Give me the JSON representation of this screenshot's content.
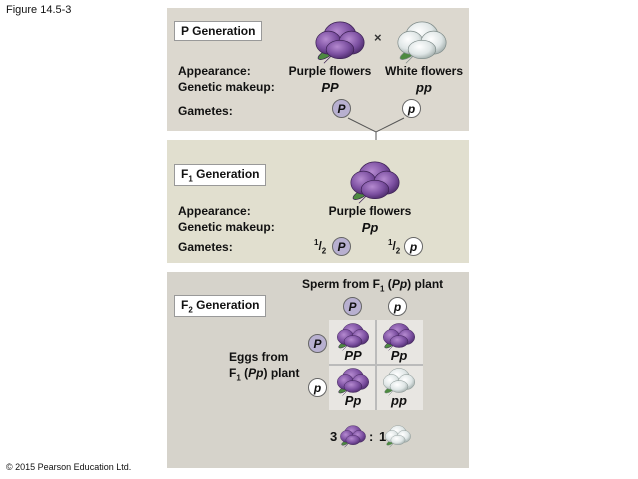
{
  "figure_label": "Figure 14.5-3",
  "copyright": "© 2015 Pearson Education Ltd.",
  "p_gen": {
    "title": "P Generation",
    "appearance_label": "Appearance:",
    "genetic_label": "Genetic makeup:",
    "gametes_label": "Gametes:",
    "cross_symbol": "×",
    "parent1_appearance": "Purple flowers",
    "parent1_genotype": "PP",
    "parent1_gamete": "P",
    "parent2_appearance": "White flowers",
    "parent2_genotype": "pp",
    "parent2_gamete": "p"
  },
  "f1_gen": {
    "title_main": "F",
    "title_sub": "1",
    "title_rest": " Generation",
    "appearance_label": "Appearance:",
    "genetic_label": "Genetic makeup:",
    "gametes_label": "Gametes:",
    "appearance": "Purple flowers",
    "genotype": "Pp",
    "frac_num": "1",
    "frac_den": "2",
    "gamete_dom": "P",
    "gamete_rec": "p"
  },
  "f2_gen": {
    "title_main": "F",
    "title_sub": "2",
    "title_rest": " Generation",
    "sperm_label_a": "Sperm from F",
    "sperm_label_sub": "1",
    "sperm_label_b": " (",
    "sperm_label_geno": "Pp",
    "sperm_label_c": ") plant",
    "eggs_label_line1": "Eggs from",
    "eggs_label_a": "F",
    "eggs_label_sub": "1",
    "eggs_label_b": " (",
    "eggs_label_geno": "Pp",
    "eggs_label_c": ") plant",
    "sperm_gametes": [
      "P",
      "p"
    ],
    "egg_gametes": [
      "P",
      "p"
    ],
    "cells": [
      "PP",
      "Pp",
      "Pp",
      "pp"
    ],
    "ratio_left": "3",
    "ratio_mid": ":",
    "ratio_right": "1"
  },
  "colors": {
    "purple_flower": "#7b4fa0",
    "white_flower": "#e4e8e8",
    "dominant_gamete": "#b8b0d0"
  }
}
